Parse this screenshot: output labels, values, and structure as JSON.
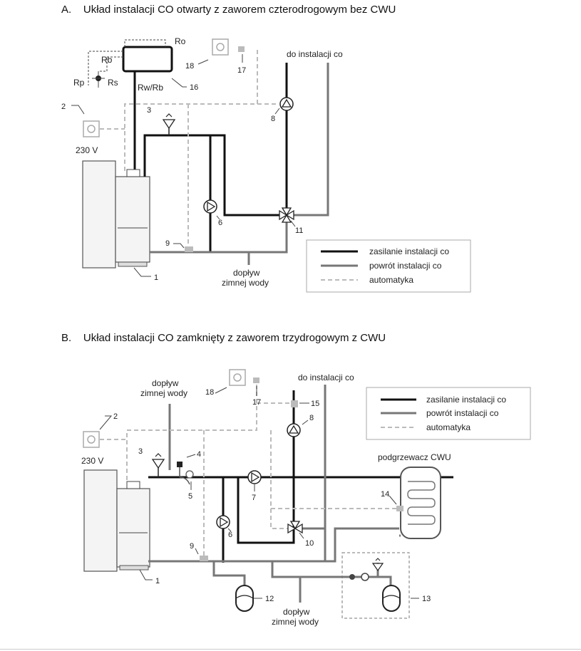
{
  "diagram_a": {
    "title_marker": "A.",
    "title": "Układ instalacji CO otwarty z zaworem czterodrogowym bez CWU",
    "labels": {
      "ro": "Ro",
      "rb": "Rb",
      "rp": "Rp",
      "rs": "Rs",
      "rw_rb": "Rw/Rb",
      "do_instalacji": "do instalacji co",
      "voltage": "230 V",
      "doplyw_line1": "dopływ",
      "doplyw_line2": "zimnej wody"
    },
    "numbers": {
      "n1": "1",
      "n2": "2",
      "n3": "3",
      "n6": "6",
      "n8": "8",
      "n9": "9",
      "n11": "11",
      "n16": "16",
      "n17": "17",
      "n18": "18"
    },
    "legend": {
      "supply": "zasilanie instalacji co",
      "return": "powrót instalacji co",
      "automation": "automatyka"
    }
  },
  "diagram_b": {
    "title_marker": "B.",
    "title": "Układ instalacji CO zamknięty z zaworem trzydrogowym z CWU",
    "labels": {
      "do_instalacji": "do instalacji co",
      "doplyw_top_line1": "dopływ",
      "doplyw_top_line2": "zimnej wody",
      "voltage": "230 V",
      "heater": "podgrzewacz CWU",
      "doplyw_bottom_line1": "dopływ",
      "doplyw_bottom_line2": "zimnej wody"
    },
    "numbers": {
      "n1": "1",
      "n2": "2",
      "n3": "3",
      "n4": "4",
      "n5": "5",
      "n6": "6",
      "n7": "7",
      "n8": "8",
      "n9": "9",
      "n10": "10",
      "n12": "12",
      "n13": "13",
      "n14": "14",
      "n15": "15",
      "n17": "17",
      "n18": "18"
    },
    "legend": {
      "supply": "zasilanie instalacji co",
      "return": "powrót instalacji co",
      "automation": "automatyka"
    }
  },
  "colors": {
    "supply": "#111111",
    "return": "#777777",
    "automation": "#bbbbbb"
  }
}
